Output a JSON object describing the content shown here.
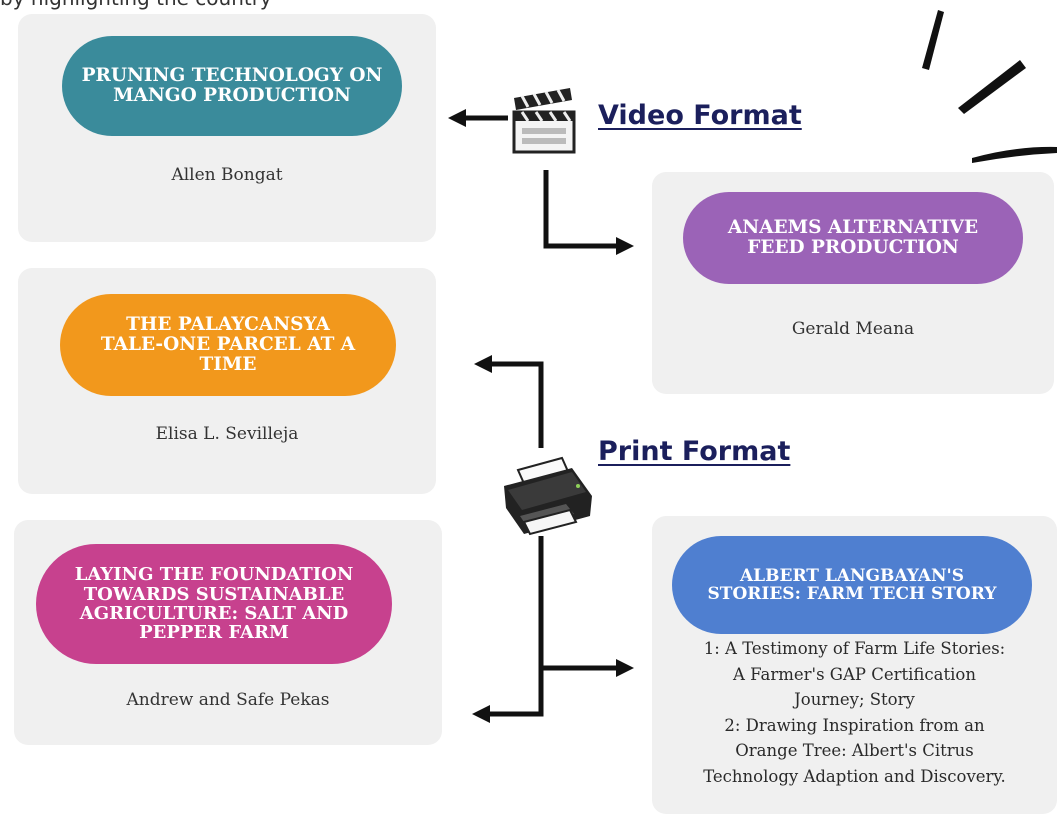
{
  "header_fragment": "by highlighting the country",
  "video_format": {
    "label": "Video Format",
    "icon": "clapperboard-icon"
  },
  "print_format": {
    "label": "Print Format",
    "icon": "printer-icon"
  },
  "cards": {
    "mango": {
      "title": "PRUNING TECHNOLOGY ON MANGO PRODUCTION",
      "author": "Allen Bongat",
      "color": "#3a8b9b"
    },
    "anaems": {
      "title": "ANAEMS ALTERNATIVE FEED PRODUCTION",
      "author": "Gerald Meana",
      "color": "#9b63b7"
    },
    "palaycansya": {
      "title": "THE PALAYCANSYA TALE-ONE PARCEL AT A TIME",
      "author": "Elisa L. Sevilleja",
      "color": "#f2981c"
    },
    "saltpepper": {
      "title": "LAYING THE FOUNDATION TOWARDS SUSTAINABLE AGRICULTURE: SALT AND PEPPER FARM",
      "author": "Andrew and Safe Pekas",
      "color": "#c7418e"
    },
    "albert": {
      "title": "ALBERT LANGBAYAN'S STORIES: FARM TECH STORY",
      "stories": "1: A Testimony of Farm Life Stories:\nA Farmer's GAP Certification\nJourney; Story\n2: Drawing Inspiration from an\nOrange Tree: Albert's Citrus\nTechnology Adaption and Discovery.",
      "color": "#4f7fd0"
    }
  },
  "colors": {
    "card_bg": "#f0f0f0",
    "arrow": "#111111",
    "label": "#1b1f5c"
  }
}
